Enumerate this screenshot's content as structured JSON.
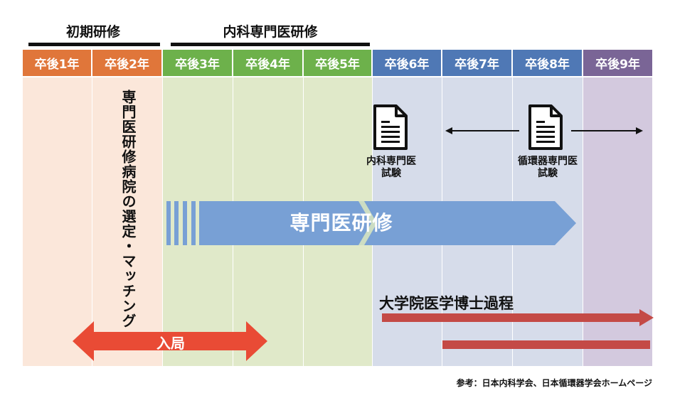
{
  "phases": {
    "initial": "初期研修",
    "internal": "内科専門医研修"
  },
  "years": [
    "卒後1年",
    "卒後2年",
    "卒後3年",
    "卒後4年",
    "卒後5年",
    "卒後6年",
    "卒後7年",
    "卒後8年",
    "卒後9年"
  ],
  "colors": {
    "orange_head": "#e0763a",
    "green_head": "#6db14b",
    "blue_head": "#4f78b5",
    "purple_head": "#7a6596",
    "orange_bg": "#fbe7da",
    "green_bg": "#e0e9c9",
    "blue_bg": "#d6dcea",
    "purple_bg": "#d3c9de",
    "training_arrow": "#78a0d5",
    "red_arrow": "#c44a46",
    "nyukyoku_arrow": "#e94b35"
  },
  "vertical_text": "専門医研修病院の選定・マッチング",
  "exams": {
    "internal": "内科専門医\n試験",
    "cardio": "循環器専門医\n試験"
  },
  "training_label": "専門医研修",
  "phd_label": "大学院医学博士過程",
  "nyukyoku_label": "入局",
  "reference": "参考：日本内科学会、日本循環器学会ホームページ",
  "icons": [
    "document-icon",
    "document-icon"
  ]
}
